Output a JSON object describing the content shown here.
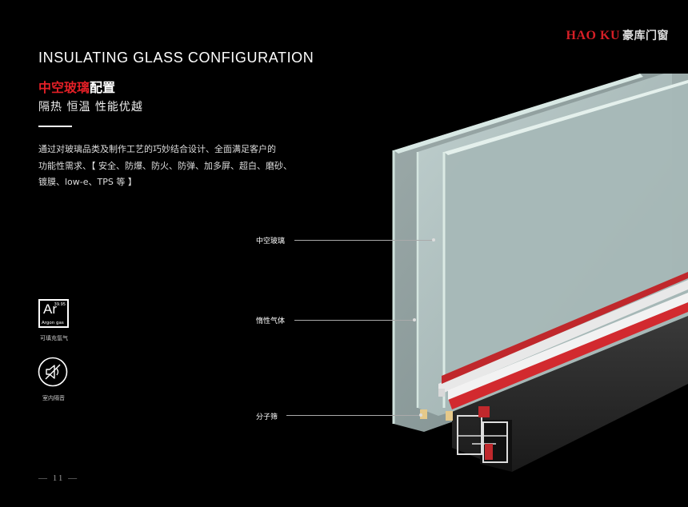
{
  "brand": {
    "name_en": "HAO KU",
    "name_cn": "豪库门窗"
  },
  "heading": {
    "title_en": "INSULATING GLASS CONFIGURATION",
    "title_cn_red": "中空玻璃",
    "title_cn_white": "配置",
    "subtitle": "隔热 恒温 性能优越"
  },
  "description": {
    "lines": [
      "通过对玻璃品类及制作工艺的巧妙结合设计、全面满足客户的",
      "功能性需求、【 安全、防爆、防火、防弹、加多屏、超白、磨砂、",
      "镀膜、low-e、TPS 等 】"
    ]
  },
  "features": {
    "argon": {
      "symbol": "Ar",
      "number": "39.95",
      "gas": "Argon gas",
      "caption": "可填充氩气"
    },
    "sound": {
      "caption": "室内隔音"
    }
  },
  "callouts": {
    "glass": "中空玻璃",
    "gas": "惰性气体",
    "sieve": "分子筛"
  },
  "page": {
    "number": "— 11 —"
  },
  "colors": {
    "accent": "#e21f26",
    "background": "#000000"
  }
}
